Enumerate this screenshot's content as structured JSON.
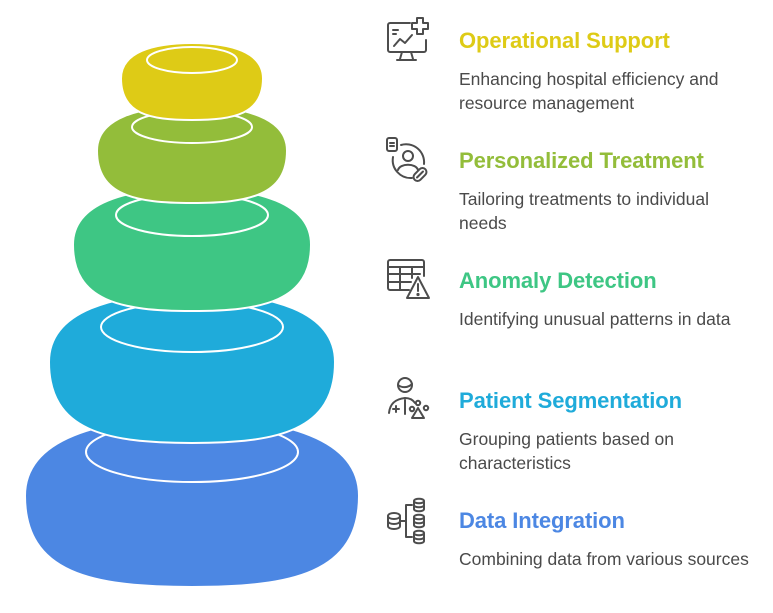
{
  "diagram": {
    "type": "stacked-tori-pyramid",
    "levels": [
      {
        "id": "operational-support",
        "title": "Operational Support",
        "description": "Enhancing hospital efficiency and resource management",
        "color": "#DECB16",
        "icon": "monitor-chart-plus-icon"
      },
      {
        "id": "personalized-treatment",
        "title": "Personalized Treatment",
        "description": "Tailoring treatments to individual needs",
        "color": "#93BD3A",
        "icon": "patient-pill-icon"
      },
      {
        "id": "anomaly-detection",
        "title": "Anomaly Detection",
        "description": "Identifying unusual patterns in data",
        "color": "#3EC684",
        "icon": "table-warning-icon"
      },
      {
        "id": "patient-segmentation",
        "title": "Patient Segmentation",
        "description": "Grouping patients based on characteristics",
        "color": "#1FABDA",
        "icon": "patient-groups-icon"
      },
      {
        "id": "data-integration",
        "title": "Data Integration",
        "description": "Combining data from various sources",
        "color": "#4C87E3",
        "icon": "database-merge-icon"
      }
    ]
  }
}
